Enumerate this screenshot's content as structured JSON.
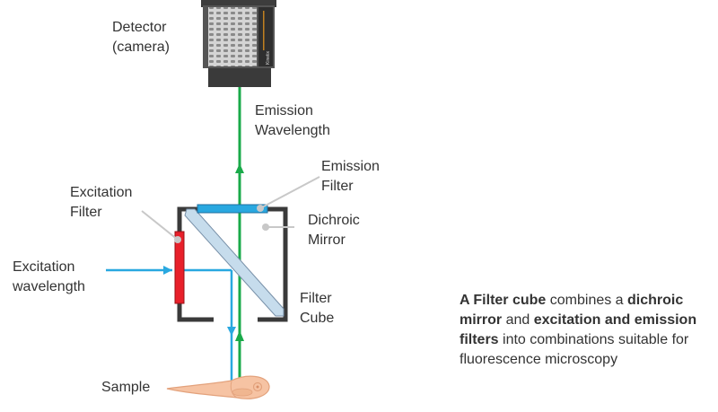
{
  "labels": {
    "detector": [
      "Detector",
      "(camera)"
    ],
    "emission_wavelength": [
      "Emission",
      "Wavelength"
    ],
    "emission_filter": [
      "Emission",
      "Filter"
    ],
    "excitation_filter": [
      "Excitation",
      "Filter"
    ],
    "dichroic_mirror": [
      "Dichroic",
      "Mirror"
    ],
    "excitation_wavelength": [
      "Excitation",
      "wavelength"
    ],
    "filter_cube": [
      "Filter",
      "Cube"
    ],
    "sample": "Sample"
  },
  "caption": {
    "t1": "A Filter cube",
    "t2": " combines a ",
    "t3": "dichroic mirror",
    "t4": " and ",
    "t5": "excitation and emission filters",
    "t6": " into combinations suitable for fluorescence microscopy"
  },
  "camera_brand": "Kinetix",
  "colors": {
    "emission_light": "#1aaa4a",
    "excitation_light": "#29a8e0",
    "excitation_filter": "#e8202a",
    "emission_filter": "#29a8e0",
    "cube_frame": "#3a3a3a",
    "dichroic": "#c6dcec",
    "sample": "#f6c3a3",
    "leader_line": "#c8c8c8",
    "camera_body": "#4a4a4a"
  }
}
